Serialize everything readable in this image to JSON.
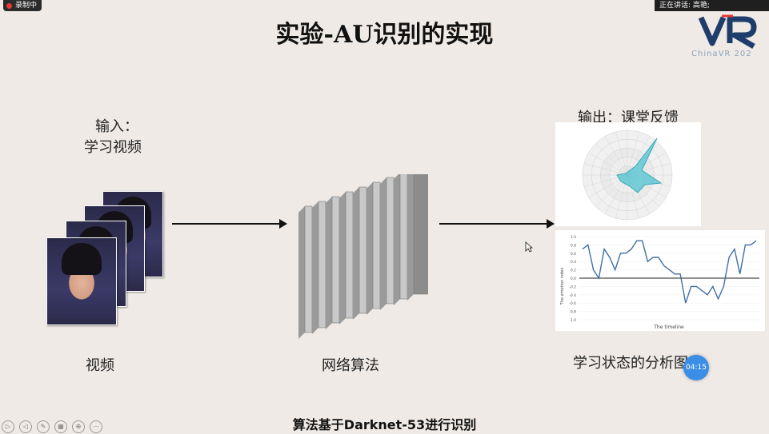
{
  "overlay": {
    "recording_label": "录制中",
    "speaking_label": "正在讲话: 高艳;"
  },
  "slide": {
    "title": "实验-AU识别的实现",
    "input_label_line1": "输入：",
    "input_label_line2": "学习视频",
    "output_label": "输出：课堂反馈",
    "video_label": "视频",
    "network_label": "网络算法",
    "analysis_label": "学习状态的分析图表",
    "footer_note": "算法基于Darknet-53进行识别"
  },
  "logo": {
    "mark": "VR",
    "text": "ChinaVR 202"
  },
  "timer": "04:15",
  "icons": [
    "play-icon",
    "prev-icon",
    "pen-icon",
    "grid-icon",
    "zoom-icon",
    "more-icon"
  ],
  "colors": {
    "background": "#efeae6",
    "radar_fill": "#4fc3d0",
    "line_series": "#3f6fa8",
    "timer": "#3a8ee6"
  },
  "chart_data": [
    {
      "type": "radar",
      "title": "",
      "rings": [
        0.2,
        0.4,
        0.6,
        0.8,
        1.0
      ],
      "grid": true
    },
    {
      "type": "line",
      "title": "",
      "xlabel": "The timeline",
      "ylabel": "The emotion index",
      "ylim": [
        -1.0,
        1.0
      ],
      "yticks": [
        "1.0",
        "0.8",
        "0.6",
        "0.4",
        "0.2",
        "0.0",
        "-0.2",
        "-0.4",
        "-0.6",
        "-0.8",
        "-1.0"
      ],
      "series": [
        {
          "values": [
            0.7,
            0.8,
            0.2,
            0.0,
            0.7,
            0.5,
            0.2,
            0.6,
            0.6,
            0.7,
            0.9,
            0.9,
            0.4,
            0.5,
            0.5,
            0.3,
            0.2,
            0.1,
            0.1,
            -0.6,
            -0.2,
            -0.2,
            -0.3,
            -0.4,
            -0.2,
            -0.5,
            -0.2,
            0.5,
            0.7,
            0.1,
            0.8,
            0.8,
            0.9
          ]
        }
      ]
    }
  ]
}
